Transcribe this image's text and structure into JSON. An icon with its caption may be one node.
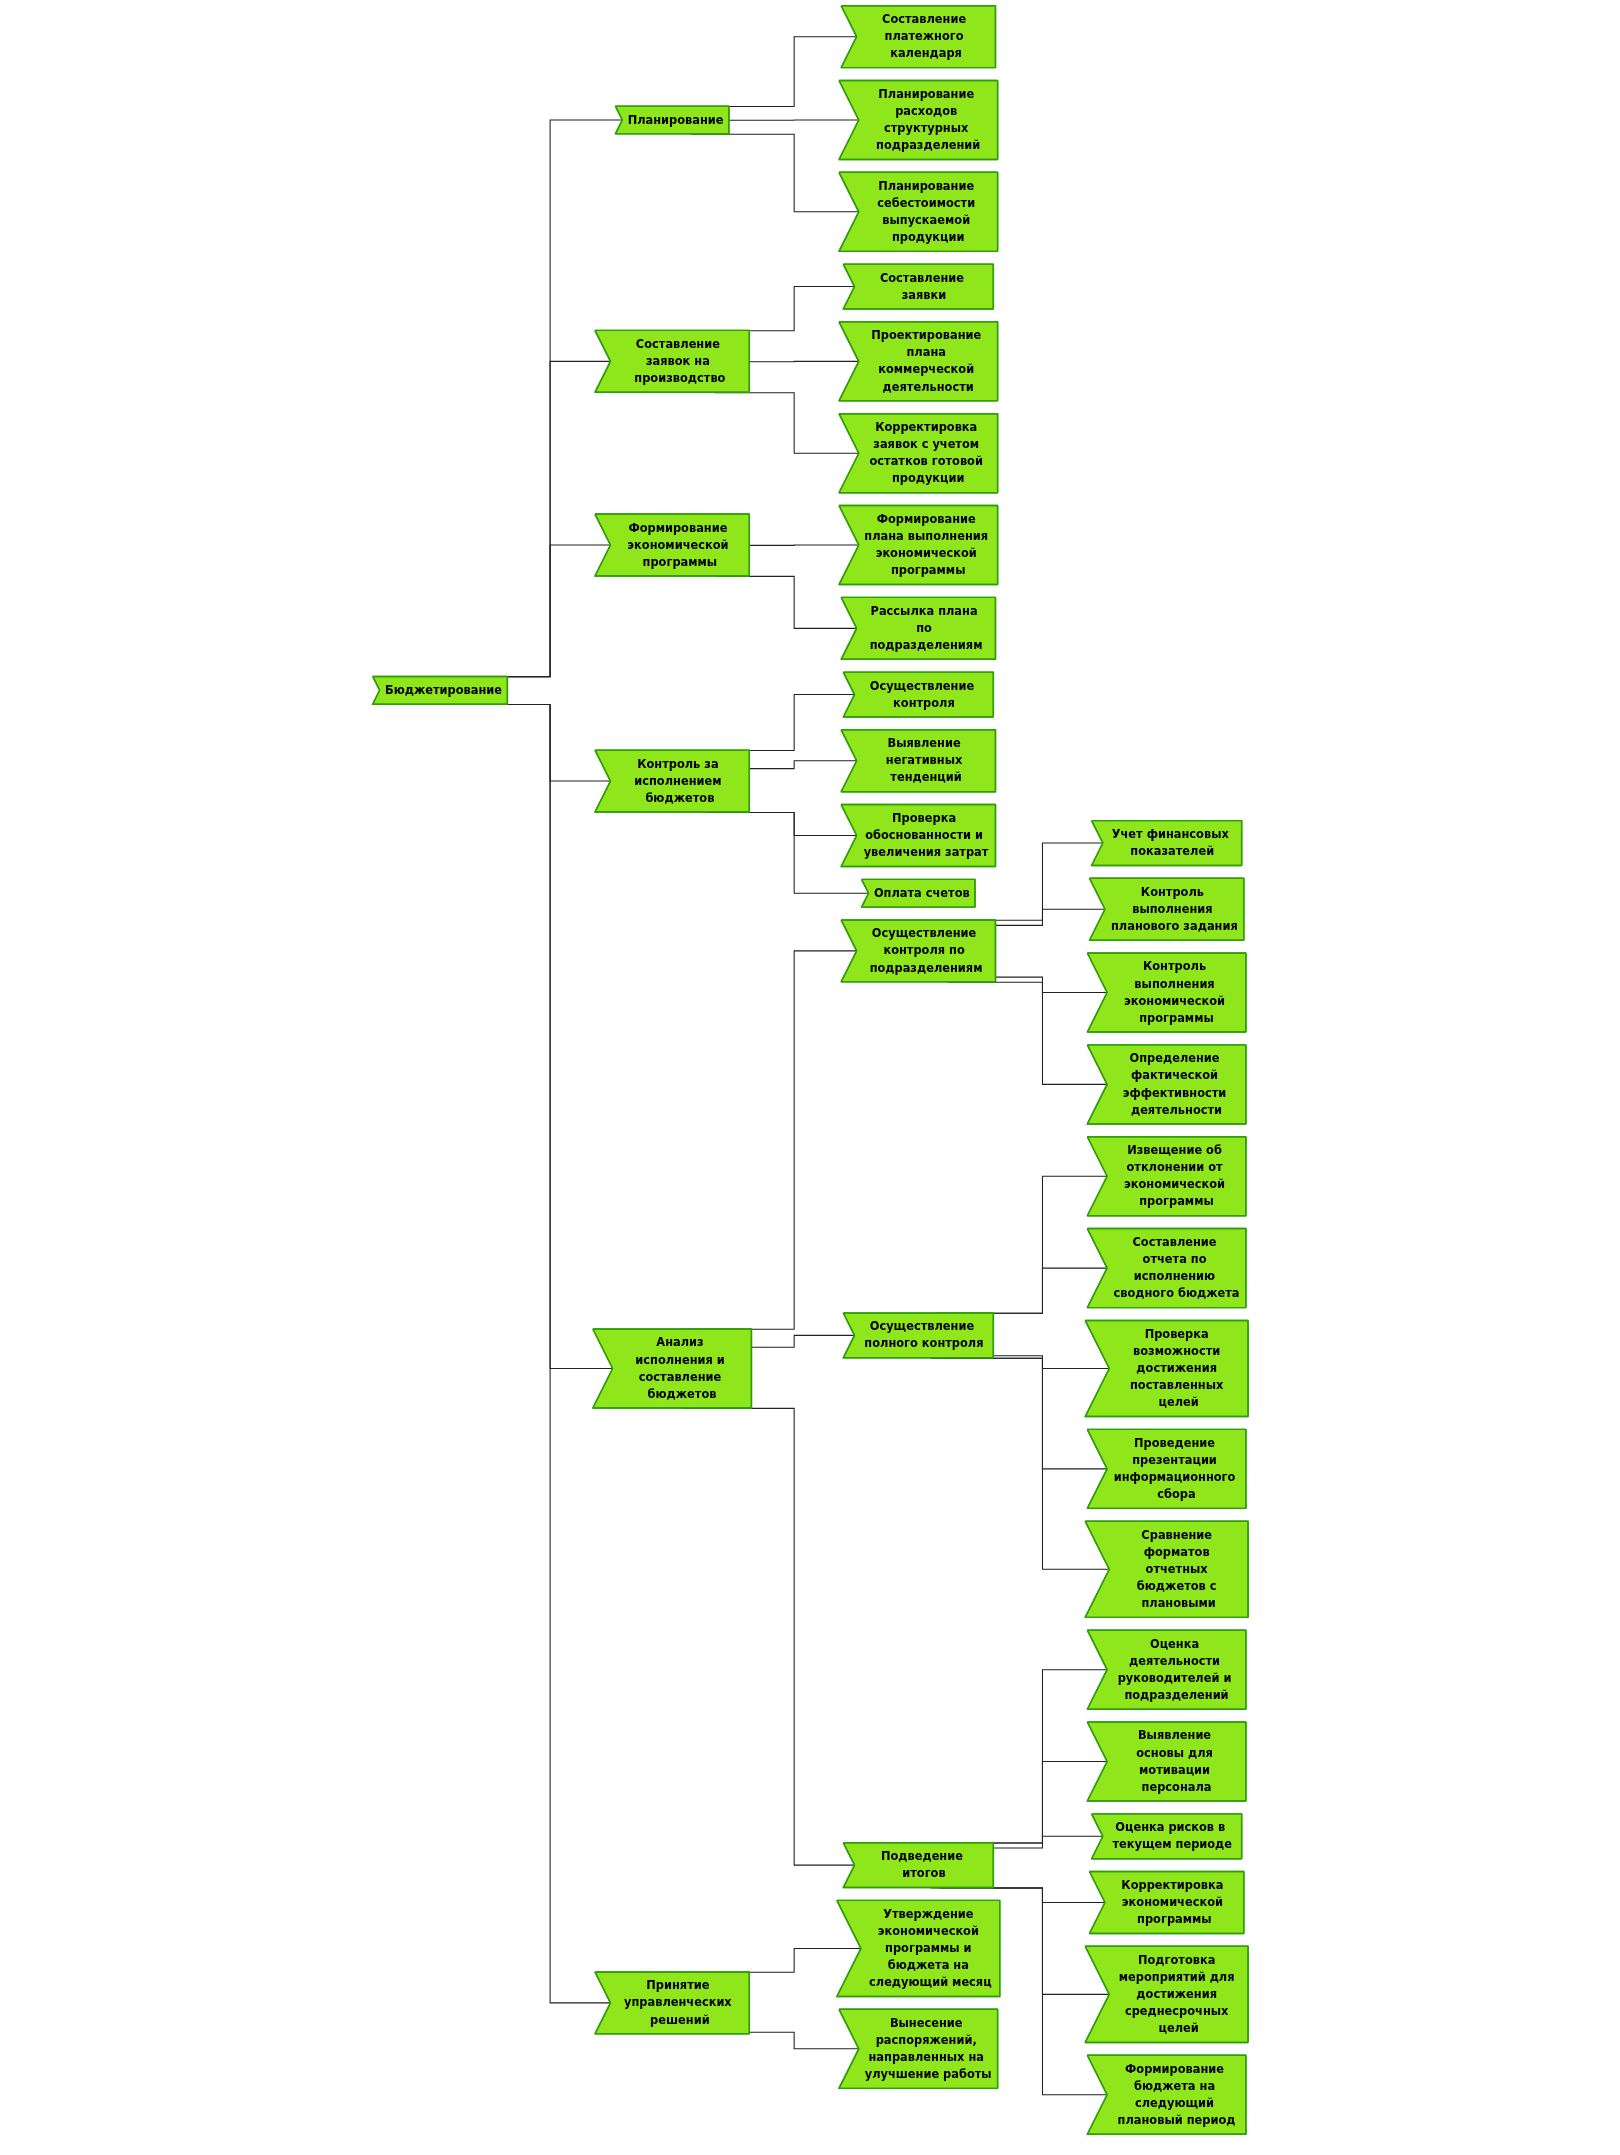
{
  "diagram": {
    "nodes": [
      {
        "text": [
          "Бюджетирование"
        ]
      },
      {
        "text": [
          "Планирование"
        ]
      },
      {
        "text": [
          "Составление платежного календаря"
        ]
      },
      {
        "text": [
          "Планирование расходов структурных подразделений"
        ]
      },
      {
        "text": [
          "Планирование себестоимости выпускаемой продукции"
        ]
      },
      {
        "text": [
          "Составление заявок на производство"
        ]
      },
      {
        "text": [
          "Составление заявки"
        ]
      },
      {
        "text": [
          "Проектирование плана коммерческой деятельности"
        ]
      },
      {
        "text": [
          "Корректировка заявок с учетом остатков готовой продукции"
        ]
      },
      {
        "text": [
          "Формирование экономической программы"
        ]
      },
      {
        "text": [
          "Формирование плана выполнения экономической программы"
        ]
      },
      {
        "text": [
          "Рассылка плана по подразделениям"
        ]
      },
      {
        "text": [
          "Контроль за исполнением бюджетов"
        ]
      },
      {
        "text": [
          "Осуществление контроля"
        ]
      },
      {
        "text": [
          "Выявление негативных тенденций"
        ]
      },
      {
        "text": [
          "Проверка обоснованности и увеличения затрат"
        ]
      },
      {
        "text": [
          "Оплата счетов"
        ]
      },
      {
        "text": [
          "Анализ исполнения и составление бюджетов"
        ]
      },
      {
        "text": [
          "Осуществление контроля по подразделениям"
        ]
      },
      {
        "text": [
          "Учет финансовых показателей"
        ]
      },
      {
        "text": [
          "Контроль выполнения планового задания"
        ]
      },
      {
        "text": [
          "Контроль выполнения экономической программы"
        ]
      },
      {
        "text": [
          "Определение фактической эффективности деятельности"
        ]
      },
      {
        "text": [
          "Осуществление полного контроля"
        ]
      },
      {
        "text": [
          "Извещение об отклонении от экономической программы"
        ]
      },
      {
        "text": [
          "Составление отчета по исполнению сводного бюджета"
        ]
      },
      {
        "text": [
          "Проверка возможности достижения поставленных целей"
        ]
      },
      {
        "text": [
          "Проведение презентации информационного сбора"
        ]
      },
      {
        "text": [
          "Сравнение форматов отчетных бюджетов с плановыми"
        ]
      },
      {
        "text": [
          "Подведение итогов"
        ]
      },
      {
        "text": [
          "Оценка деятельности руководителей и подразделений"
        ]
      },
      {
        "text": [
          "Выявление основы для мотивации персонала"
        ]
      },
      {
        "text": [
          "Оценка рисков в текущем периоде"
        ]
      },
      {
        "text": [
          "Корректировка экономической программы"
        ]
      },
      {
        "text": [
          "Подготовка мероприятий для достижения среднесрочных целей"
        ]
      },
      {
        "text": [
          "Формирование бюджета на следующий плановый период"
        ]
      },
      {
        "text": [
          "Принятие управленческих решений"
        ]
      },
      {
        "text": [
          "Утверждение экономической программы и бюджета на следующий месяц"
        ]
      },
      {
        "text": [
          "Вынесение распоряжений, направленных на улучшение работы"
        ]
      }
    ],
    "edges": [
      {
        "from": 0,
        "to": 1,
        "arrow": "none"
      },
      {
        "from": 1,
        "to": 2,
        "arrow": "none"
      },
      {
        "from": 1,
        "to": 3,
        "arrow": "none"
      },
      {
        "from": 1,
        "to": 4,
        "arrow": "none"
      },
      {
        "from": 0,
        "to": 5,
        "arrow": "none"
      },
      {
        "from": 5,
        "to": 6,
        "arrow": "none"
      },
      {
        "from": 5,
        "to": 7,
        "arrow": "none"
      },
      {
        "from": 5,
        "to": 8,
        "arrow": "none"
      },
      {
        "from": 0,
        "to": 9,
        "arrow": "none"
      },
      {
        "from": 9,
        "to": 10,
        "arrow": "none"
      },
      {
        "from": 9,
        "to": 11,
        "arrow": "none"
      },
      {
        "from": 0,
        "to": 12,
        "arrow": "none"
      },
      {
        "from": 12,
        "to": 13,
        "arrow": "none"
      },
      {
        "from": 12,
        "to": 14,
        "arrow": "none"
      },
      {
        "from": 12,
        "to": 15,
        "arrow": "none"
      },
      {
        "from": 12,
        "to": 16,
        "arrow": "none"
      },
      {
        "from": 0,
        "to": 17,
        "arrow": "none"
      },
      {
        "from": 17,
        "to": 18,
        "arrow": "none"
      },
      {
        "from": 18,
        "to": 19,
        "arrow": "none"
      },
      {
        "from": 18,
        "to": 20,
        "arrow": "none"
      },
      {
        "from": 18,
        "to": 21,
        "arrow": "none"
      },
      {
        "from": 18,
        "to": 22,
        "arrow": "none"
      },
      {
        "from": 17,
        "to": 23,
        "arrow": "none"
      },
      {
        "from": 23,
        "to": 24,
        "arrow": "none"
      },
      {
        "from": 23,
        "to": 25,
        "arrow": "none"
      },
      {
        "from": 23,
        "to": 26,
        "arrow": "none"
      },
      {
        "from": 23,
        "to": 27,
        "arrow": "none"
      },
      {
        "from": 23,
        "to": 28,
        "arrow": "none"
      },
      {
        "from": 17,
        "to": 29,
        "arrow": "none"
      },
      {
        "from": 29,
        "to": 30,
        "arrow": "none"
      },
      {
        "from": 29,
        "to": 31,
        "arrow": "none"
      },
      {
        "from": 29,
        "to": 32,
        "arrow": "none"
      },
      {
        "from": 29,
        "to": 33,
        "arrow": "none"
      },
      {
        "from": 29,
        "to": 34,
        "arrow": "none"
      },
      {
        "from": 29,
        "to": 35,
        "arrow": "none"
      },
      {
        "from": 0,
        "to": 36,
        "arrow": "none"
      },
      {
        "from": 36,
        "to": 37,
        "arrow": "none"
      },
      {
        "from": 36,
        "to": 38,
        "arrow": "none"
      }
    ]
  }
}
